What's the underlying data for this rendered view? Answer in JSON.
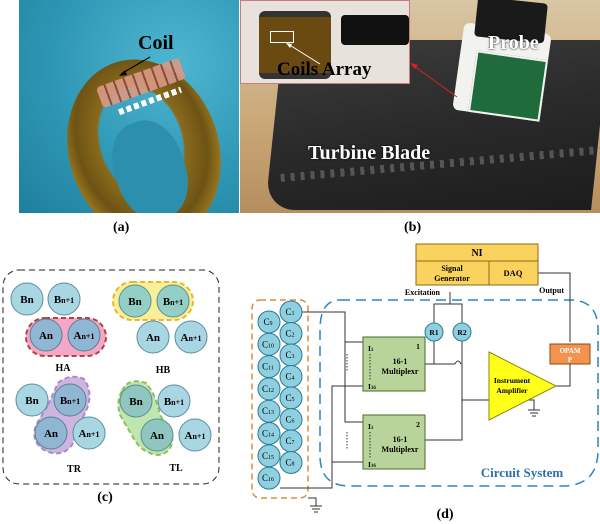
{
  "panels": {
    "a": {
      "caption": "(a)",
      "labels": {
        "coil": "Coil"
      }
    },
    "b": {
      "caption": "(b)",
      "labels": {
        "coils_array": "Coils Array",
        "probe": "Probe",
        "turbine_blade": "Turbine Blade"
      }
    },
    "c": {
      "caption": "(c)",
      "groups": [
        {
          "name": "HA",
          "highlight": "A",
          "color": "#f4a7c8",
          "border": "#b8403e",
          "coils": {
            "b_n": "Bn",
            "b_n1_base": "B",
            "b_n1_sub": "n+1",
            "a_n": "An",
            "a_n1_base": "A",
            "a_n1_sub": "n+1"
          }
        },
        {
          "name": "HB",
          "highlight": "B",
          "color": "#f8ef9a",
          "border": "#f0b428",
          "coils": {
            "b_n": "Bn",
            "b_n1_base": "B",
            "b_n1_sub": "n+1",
            "a_n": "An",
            "a_n1_base": "A",
            "a_n1_sub": "n+1"
          }
        },
        {
          "name": "TR",
          "highlight": "diagonal-right",
          "color": "#cdb5e0",
          "border": "#a98ac7",
          "coils": {
            "b_n": "Bn",
            "b_n1_base": "B",
            "b_n1_sub": "n+1",
            "a_n": "An",
            "a_n1_base": "A",
            "a_n1_sub": "n+1"
          }
        },
        {
          "name": "TL",
          "highlight": "diagonal-left",
          "color": "#bfe5b0",
          "border": "#8fbf5a",
          "coils": {
            "b_n": "Bn",
            "b_n1_base": "B",
            "b_n1_sub": "n+1",
            "a_n": "An",
            "a_n1_base": "A",
            "a_n1_sub": "n+1"
          }
        }
      ]
    },
    "d": {
      "caption": "(d)",
      "ni": {
        "title": "NI",
        "signal_generator_line1": "Signal",
        "signal_generator_line2": "Generator",
        "daq": "DAQ"
      },
      "excitation": "Excitation",
      "output": "Output",
      "resistors": [
        "R1",
        "R2"
      ],
      "opamp_line1": "OPAM",
      "opamp_line2": "P",
      "multiplexers": [
        {
          "index": "1",
          "line1": "16-1",
          "line2": "Multiplexr",
          "in_first": "I",
          "in_first_sub": "1",
          "in_last": "I",
          "in_last_sub": "16"
        },
        {
          "index": "2",
          "line1": "16-1",
          "line2": "Multiplexr",
          "in_first": "I",
          "in_first_sub": "1",
          "in_last": "I",
          "in_last_sub": "16"
        }
      ],
      "amplifier_line1": "Instrument",
      "amplifier_line2": "Amplifier",
      "circuit_system": "Circuit System",
      "coils_right_column": [
        "1",
        "2",
        "3",
        "4",
        "5",
        "6",
        "7",
        "8"
      ],
      "coils_left_column": [
        "9",
        "10",
        "11",
        "12",
        "13",
        "14",
        "15",
        "16"
      ],
      "coil_prefix": "C"
    }
  },
  "colors": {
    "coil_fill": "#8ecfe0",
    "coil_stroke": "#2a7a93",
    "ni_fill": "#fad25e",
    "mux_fill": "#b9d49a",
    "amp_fill": "#ffff1a",
    "opamp_fill": "#f3934e",
    "circuit_border": "#2a86c0",
    "coil_group_border": "#e08a3a",
    "circuit_label": "#2a6fb0"
  }
}
